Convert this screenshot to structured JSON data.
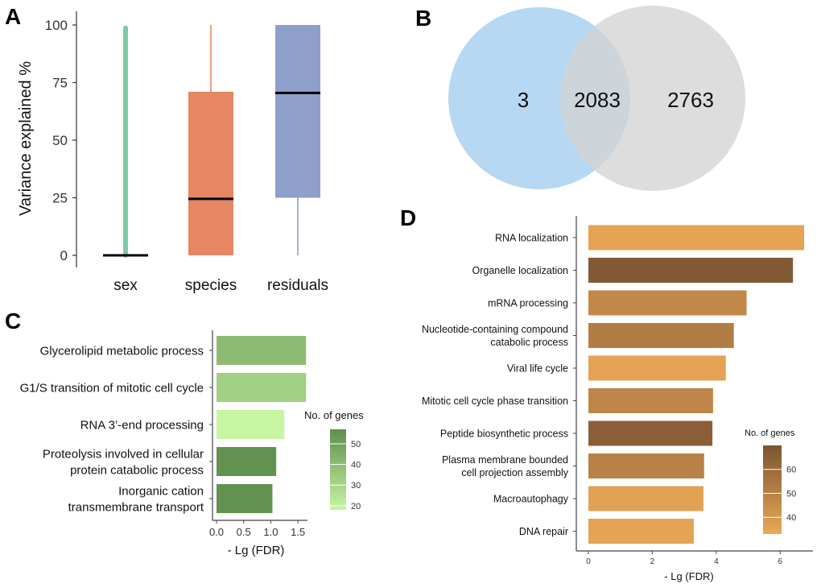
{
  "panels": {
    "a": {
      "label": "A"
    },
    "b": {
      "label": "B"
    },
    "c": {
      "label": "C"
    },
    "d": {
      "label": "D"
    }
  },
  "chart_data": [
    {
      "panel": "A",
      "type": "box",
      "ylabel": "Variance explained %",
      "ylim": [
        0,
        100
      ],
      "yticks": [
        0,
        25,
        50,
        75,
        100
      ],
      "categories": [
        "sex",
        "species",
        "residuals"
      ],
      "boxes": [
        {
          "category": "sex",
          "min": 0,
          "q1": 0,
          "median": 0,
          "q3": 0,
          "max": 0,
          "outliers_range": [
            0,
            99
          ],
          "color": "#7fc9a8"
        },
        {
          "category": "species",
          "min": 0,
          "q1": 0,
          "median": 24.5,
          "q3": 71,
          "max": 100,
          "color": "#e48762"
        },
        {
          "category": "residuals",
          "min": 0,
          "q1": 25,
          "median": 70.5,
          "q3": 100,
          "max": 100,
          "color": "#8e9fcb"
        }
      ]
    },
    {
      "panel": "B",
      "type": "venn",
      "sets": [
        {
          "only": "3",
          "color": "#b7d8f3"
        },
        {
          "only": "2763",
          "color": "#d4d4d4"
        }
      ],
      "intersection": "2083"
    },
    {
      "panel": "C",
      "type": "bar",
      "orientation": "horizontal",
      "xlabel": "- Lg (FDR)",
      "xlim": [
        0,
        1.75
      ],
      "xticks": [
        "0.0",
        "0.5",
        "1.0",
        "1.5"
      ],
      "legend_title": "No. of genes",
      "legend_ticks": [
        20,
        30,
        40,
        50
      ],
      "legend_range": [
        18,
        57
      ],
      "color_low": "#c8f5a2",
      "color_high": "#5f8f4e",
      "bars": [
        {
          "label": [
            "Glycerolipid metabolic process"
          ],
          "value": 1.65,
          "genes": 40
        },
        {
          "label": [
            "G1/S transition of mitotic cell cycle"
          ],
          "value": 1.65,
          "genes": 32
        },
        {
          "label": [
            "RNA 3’-end processing"
          ],
          "value": 1.25,
          "genes": 18
        },
        {
          "label": [
            "Proteolysis involved in cellular",
            "protein catabolic process"
          ],
          "value": 1.1,
          "genes": 56
        },
        {
          "label": [
            "Inorganic cation",
            "transmembrane transport"
          ],
          "value": 1.03,
          "genes": 56
        }
      ]
    },
    {
      "panel": "D",
      "type": "bar",
      "orientation": "horizontal",
      "xlabel": "- Lg (FDR)",
      "xlim": [
        0,
        7
      ],
      "xticks": [
        0,
        2,
        4,
        6
      ],
      "legend_title": "No. of genes",
      "legend_ticks": [
        40,
        50,
        60
      ],
      "legend_range": [
        33,
        70
      ],
      "color_low": "#eba857",
      "color_high": "#7b5432",
      "bars": [
        {
          "label": [
            "RNA localization"
          ],
          "value": 6.75,
          "genes": 35
        },
        {
          "label": [
            "Organelle localization"
          ],
          "value": 6.4,
          "genes": 68
        },
        {
          "label": [
            "mRNA processing"
          ],
          "value": 4.95,
          "genes": 47
        },
        {
          "label": [
            "Nucleotide-containing compound",
            "catabolic process"
          ],
          "value": 4.55,
          "genes": 52
        },
        {
          "label": [
            "Viral life cycle"
          ],
          "value": 4.3,
          "genes": 35
        },
        {
          "label": [
            "Mitotic cell cycle phase transition"
          ],
          "value": 3.9,
          "genes": 48
        },
        {
          "label": [
            "Peptide biosynthetic process"
          ],
          "value": 3.88,
          "genes": 65
        },
        {
          "label": [
            "Plasma membrane  bounded",
            "cell projection assembly"
          ],
          "value": 3.62,
          "genes": 50
        },
        {
          "label": [
            "Macroautophagy"
          ],
          "value": 3.6,
          "genes": 36
        },
        {
          "label": [
            "DNA repair"
          ],
          "value": 3.3,
          "genes": 35
        }
      ]
    }
  ]
}
